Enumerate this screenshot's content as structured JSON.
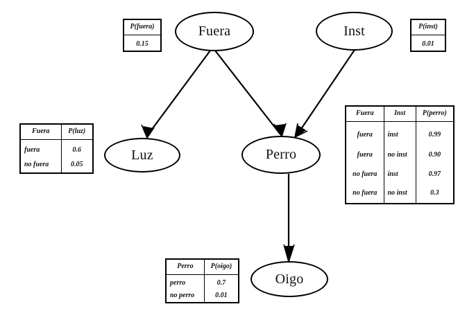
{
  "diagram": {
    "type": "bayesian-network",
    "title": "",
    "nodes": [
      {
        "id": "fuera",
        "label": "Fuera"
      },
      {
        "id": "inst",
        "label": "Inst"
      },
      {
        "id": "luz",
        "label": "Luz"
      },
      {
        "id": "perro",
        "label": "Perro"
      },
      {
        "id": "oigo",
        "label": "Oigo"
      }
    ],
    "edges": [
      {
        "from": "Fuera",
        "to": "Luz"
      },
      {
        "from": "Fuera",
        "to": "Perro"
      },
      {
        "from": "Inst",
        "to": "Perro"
      },
      {
        "from": "Perro",
        "to": "Oigo"
      }
    ],
    "tables": {
      "p_fuera": {
        "headers": [
          "P(fuera)"
        ],
        "rows": [
          [
            "0.15"
          ]
        ]
      },
      "p_inst": {
        "headers": [
          "P(inst)"
        ],
        "rows": [
          [
            "0.01"
          ]
        ]
      },
      "p_luz": {
        "headers": [
          "Fuera",
          "P(luz)"
        ],
        "rows": [
          [
            "fuera",
            "0.6"
          ],
          [
            "no fuera",
            "0.05"
          ]
        ]
      },
      "p_perro": {
        "headers": [
          "Fuera",
          "Inst",
          "P(perro)"
        ],
        "rows": [
          [
            "fuera",
            "inst",
            "0.99"
          ],
          [
            "fuera",
            "no inst",
            "0.90"
          ],
          [
            "no fuera",
            "inst",
            "0.97"
          ],
          [
            "no fuera",
            "no inst",
            "0.3"
          ]
        ]
      },
      "p_oigo": {
        "headers": [
          "Perro",
          "P(oigo)"
        ],
        "rows": [
          [
            "perro",
            "0.7"
          ],
          [
            "no perro",
            "0.01"
          ]
        ]
      }
    }
  },
  "colors": {
    "stroke": "#000000",
    "background": "#ffffff",
    "text": "#111111"
  }
}
